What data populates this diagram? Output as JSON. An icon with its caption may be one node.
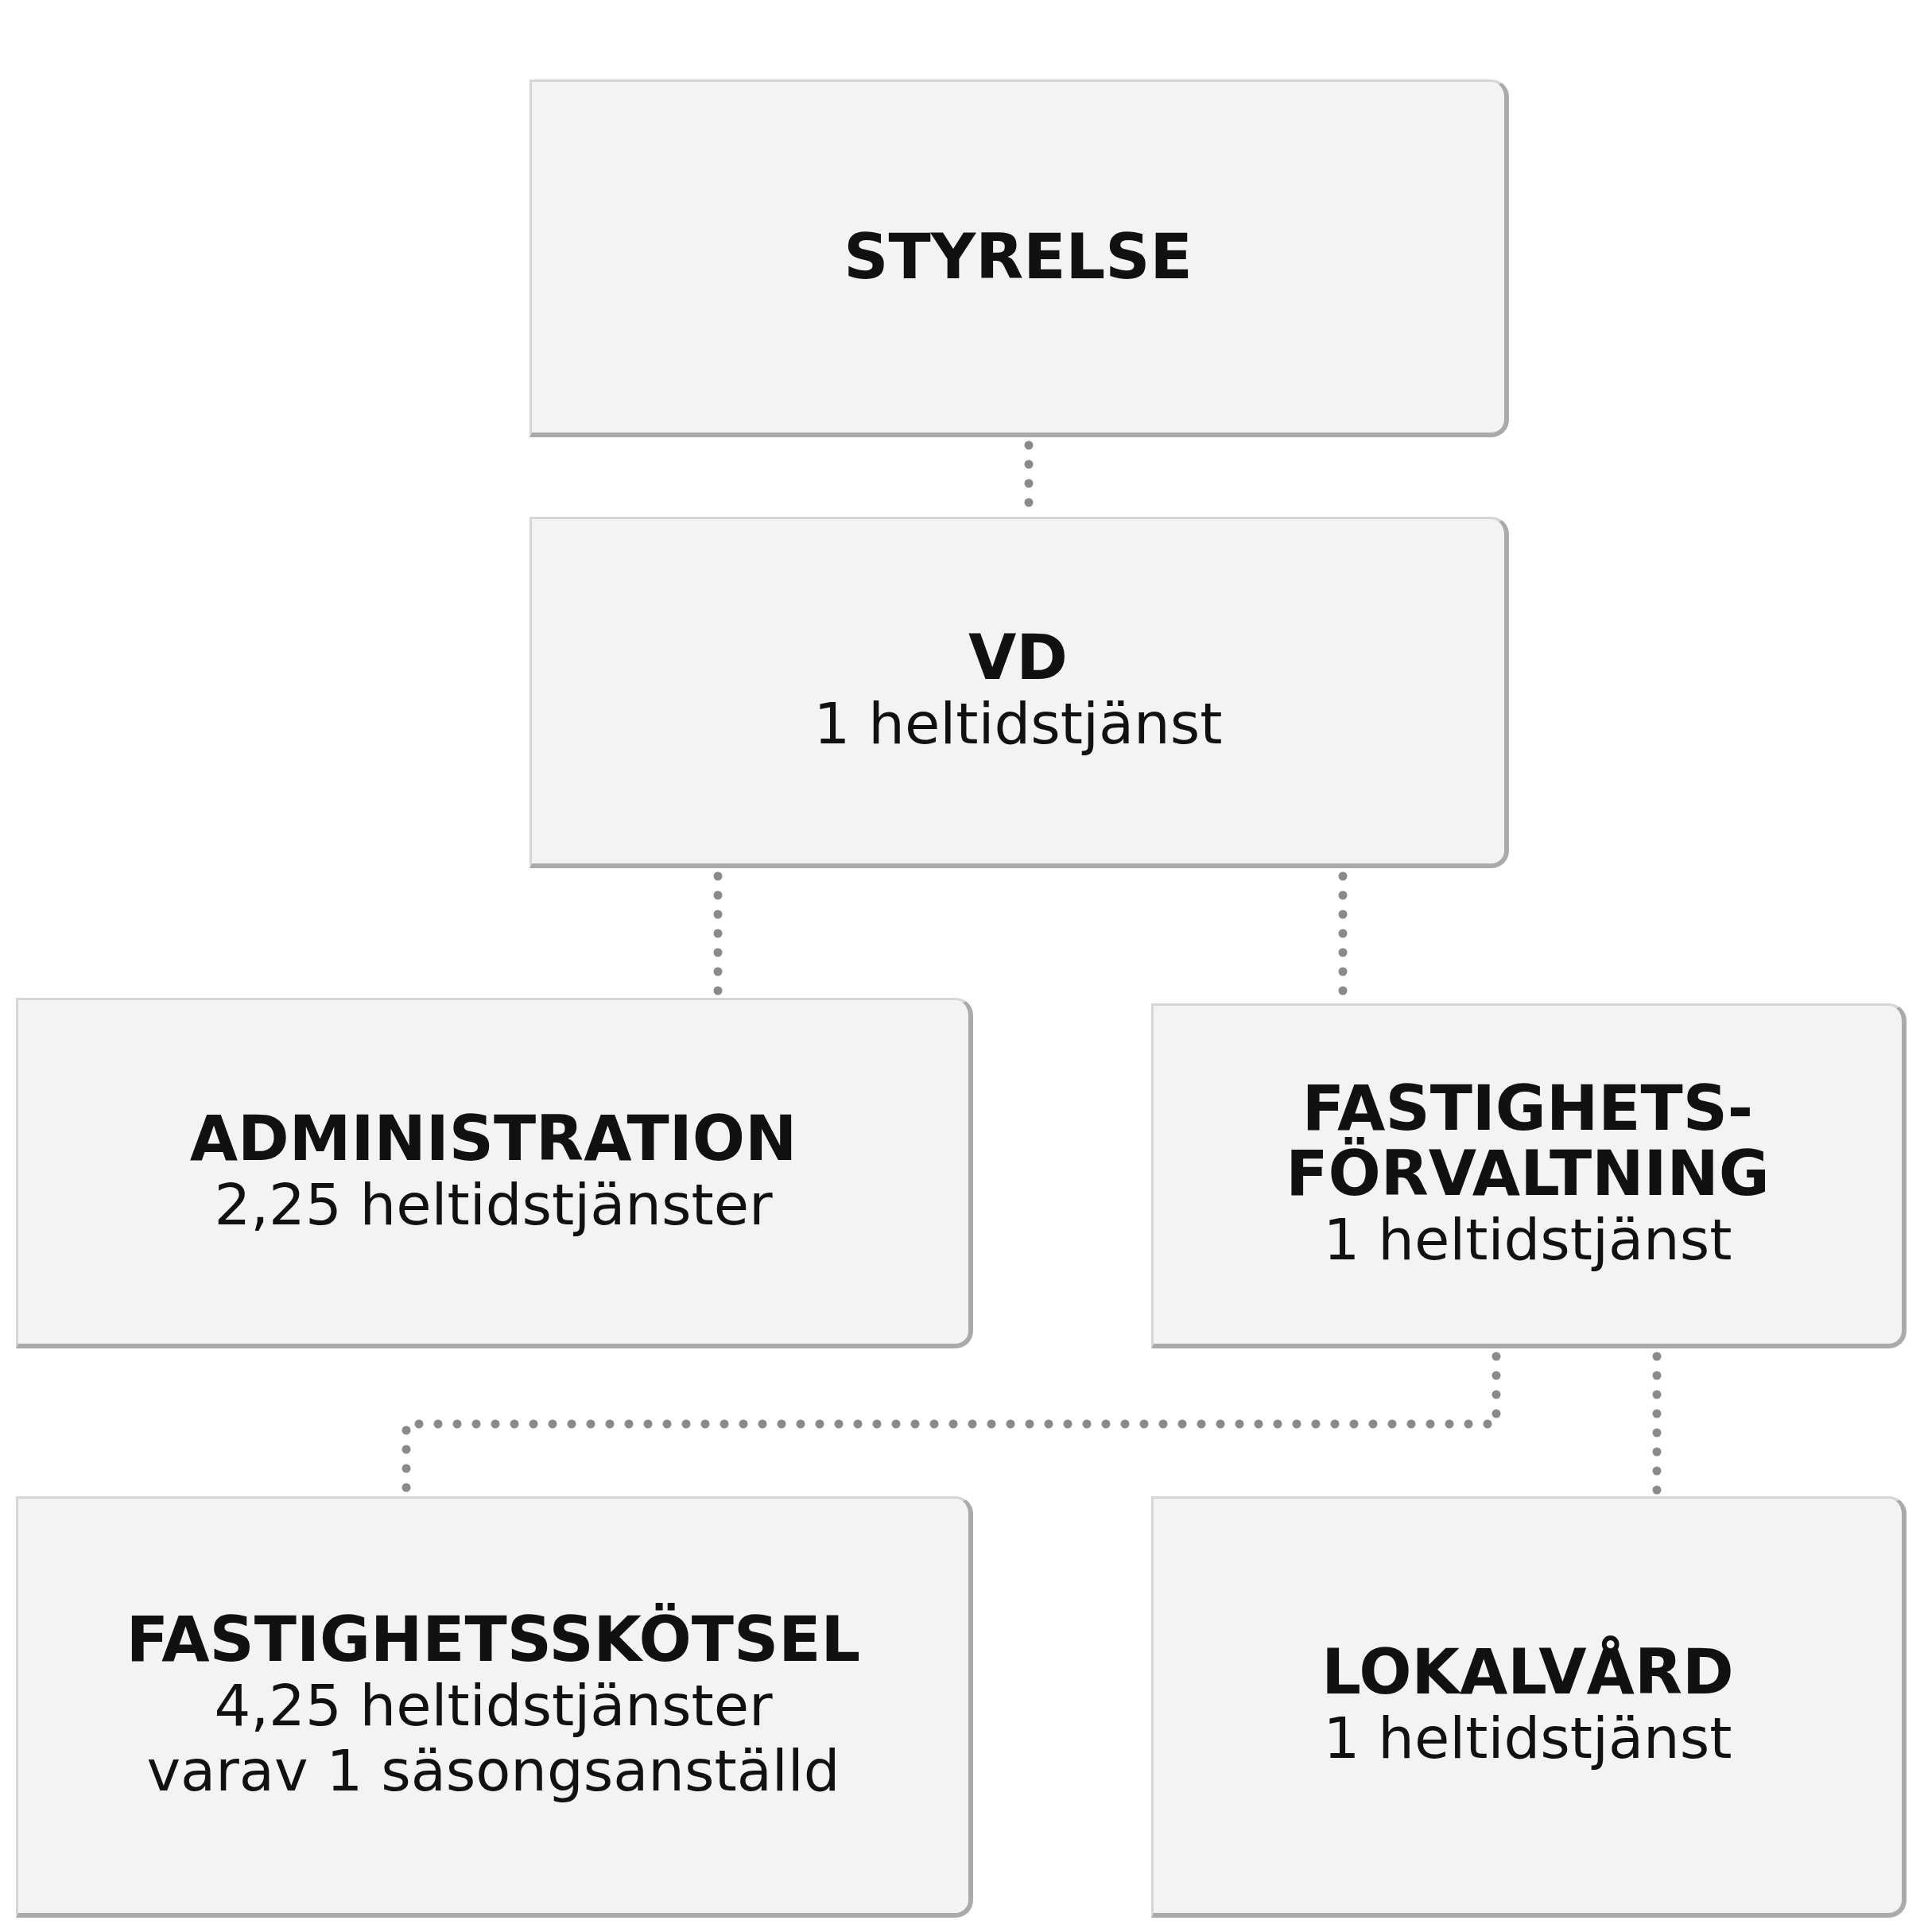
{
  "diagram": {
    "nodes": [
      {
        "text": [
          "STYRELSE"
        ]
      },
      {
        "text": [
          "VD",
          "1 heltidstjänst"
        ]
      },
      {
        "text": [
          "ADMINISTRATION",
          "2,25 heltidstjänster"
        ]
      },
      {
        "text": [
          "FASTIGHETS- FÖRVALTNING",
          "1 heltidstjänst"
        ]
      },
      {
        "text": [
          "FASTIGHETSSKÖTSEL",
          "4,25 heltidstjänster",
          "varav 1 säsongsanställd"
        ]
      },
      {
        "text": [
          "LOKALVÅRD",
          "1 heltidstjänst"
        ]
      }
    ],
    "edges": [
      {
        "from": 0,
        "to": 1,
        "arrow": "none",
        "style": "dashed"
      },
      {
        "from": 1,
        "to": 2,
        "arrow": "none",
        "style": "dashed"
      },
      {
        "from": 1,
        "to": 3,
        "arrow": "none",
        "style": "dashed"
      },
      {
        "from": 3,
        "to": 4,
        "arrow": "none",
        "style": "dashed"
      },
      {
        "from": 3,
        "to": 5,
        "arrow": "none",
        "style": "dashed"
      }
    ]
  }
}
